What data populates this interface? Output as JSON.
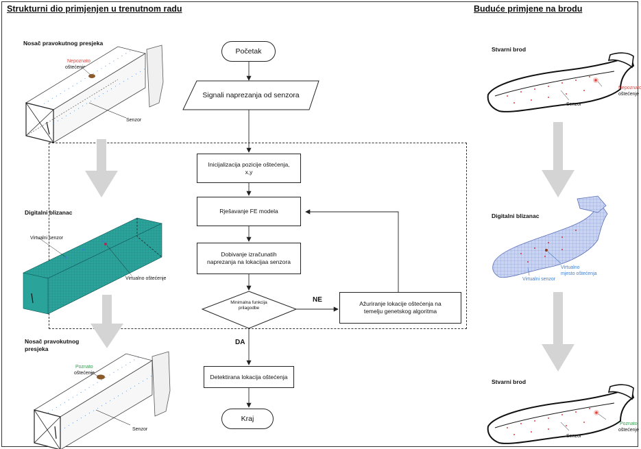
{
  "left_heading": "Strukturni dio primjenjen u trenutnom radu",
  "right_heading": "Buduće primjene na brodu",
  "left_panel": {
    "top_beam": {
      "title": "Nosač pravokutnog presjeka",
      "damage_line1": "Nepoznato",
      "damage_line2": "oštećenje",
      "sensor": "Senzor"
    },
    "twin": {
      "title": "Digitalni blizanac",
      "virtual_sensor": "Virtualni senzor",
      "virtual_damage": "Virtualno oštećenje"
    },
    "bottom_beam": {
      "title_line1": "Nosač pravokutnog",
      "title_line2": "presjeka",
      "damage_line1": "Poznato",
      "damage_line2": "oštećenje",
      "sensor": "Senzor"
    }
  },
  "flowchart": {
    "start": "Početak",
    "signals": "Signali naprezanja od senzora",
    "init_line1": "Inicijalizacija pozicije oštećenja,",
    "init_line2": "x,y",
    "solve": "Rješavanje FE modela",
    "obtain_line1": "Dobivanje izračunatih",
    "obtain_line2": "naprezanja na lokacijaa senzora",
    "decision_line1": "Minimalna funkcija",
    "decision_line2": "prilagodbe",
    "no_label": "NE",
    "update_line1": "Ažuriranje lokacije oštećenja na",
    "update_line2": "temelju genetskog algoritma",
    "yes_label": "DA",
    "detected": "Detektirana lokacija oštećenja",
    "end": "Kraj"
  },
  "right_panel": {
    "real_ship_top": {
      "title": "Stvarni brod",
      "damage_line1": "Nepoznato",
      "damage_line2": "oštećenje",
      "sensor": "Senzor"
    },
    "twin": {
      "title": "Digitalni blizanac",
      "virtual_damage_line1": "Virtualno",
      "virtual_damage_line2": "mjesto oštećenja",
      "virtual_sensor": "Virtualni senzor"
    },
    "real_ship_bottom": {
      "title": "Stvarni brod",
      "damage_line1": "Poznato",
      "damage_line2": "oštećenje",
      "sensor": "Senzor"
    }
  },
  "colors": {
    "unknown_damage": "#e0403a",
    "known_damage": "#2e9e4a",
    "virtual": "#3c7fd0",
    "twin_mesh": "#2aa39b",
    "arrow_gray": "#d4d4d4"
  }
}
